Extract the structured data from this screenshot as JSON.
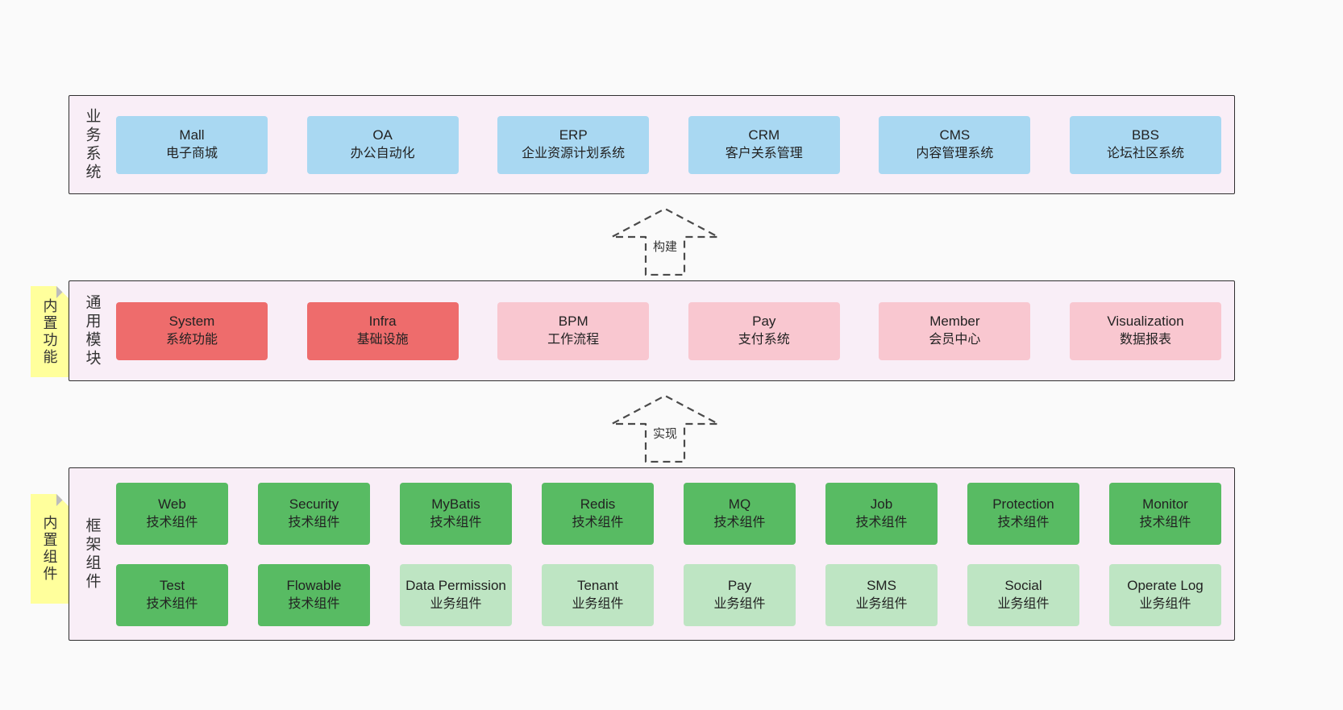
{
  "diagram": {
    "arrows": [
      {
        "label": "构建"
      },
      {
        "label": "实现"
      }
    ],
    "bands": [
      {
        "label": "业务系统",
        "sticky": null,
        "rows": [
          [
            {
              "title": "Mall",
              "subtitle": "电子商城",
              "color": "blue"
            },
            {
              "title": "OA",
              "subtitle": "办公自动化",
              "color": "blue"
            },
            {
              "title": "ERP",
              "subtitle": "企业资源计划系统",
              "color": "blue"
            },
            {
              "title": "CRM",
              "subtitle": "客户关系管理",
              "color": "blue"
            },
            {
              "title": "CMS",
              "subtitle": "内容管理系统",
              "color": "blue"
            },
            {
              "title": "BBS",
              "subtitle": "论坛社区系统",
              "color": "blue"
            }
          ]
        ]
      },
      {
        "label": "通用模块",
        "sticky": "内置功能",
        "rows": [
          [
            {
              "title": "System",
              "subtitle": "系统功能",
              "color": "red"
            },
            {
              "title": "Infra",
              "subtitle": "基础设施",
              "color": "red"
            },
            {
              "title": "BPM",
              "subtitle": "工作流程",
              "color": "pink"
            },
            {
              "title": "Pay",
              "subtitle": "支付系统",
              "color": "pink"
            },
            {
              "title": "Member",
              "subtitle": "会员中心",
              "color": "pink"
            },
            {
              "title": "Visualization",
              "subtitle": "数据报表",
              "color": "pink"
            }
          ]
        ]
      },
      {
        "label": "框架组件",
        "sticky": "内置组件",
        "rows": [
          [
            {
              "title": "Web",
              "subtitle": "技术组件",
              "color": "green"
            },
            {
              "title": "Security",
              "subtitle": "技术组件",
              "color": "green"
            },
            {
              "title": "MyBatis",
              "subtitle": "技术组件",
              "color": "green"
            },
            {
              "title": "Redis",
              "subtitle": "技术组件",
              "color": "green"
            },
            {
              "title": "MQ",
              "subtitle": "技术组件",
              "color": "green"
            },
            {
              "title": "Job",
              "subtitle": "技术组件",
              "color": "green"
            },
            {
              "title": "Protection",
              "subtitle": "技术组件",
              "color": "green"
            },
            {
              "title": "Monitor",
              "subtitle": "技术组件",
              "color": "green"
            }
          ],
          [
            {
              "title": "Test",
              "subtitle": "技术组件",
              "color": "green"
            },
            {
              "title": "Flowable",
              "subtitle": "技术组件",
              "color": "green"
            },
            {
              "title": "Data Permission",
              "subtitle": "业务组件",
              "color": "lightgreen"
            },
            {
              "title": "Tenant",
              "subtitle": "业务组件",
              "color": "lightgreen"
            },
            {
              "title": "Pay",
              "subtitle": "业务组件",
              "color": "lightgreen"
            },
            {
              "title": "SMS",
              "subtitle": "业务组件",
              "color": "lightgreen"
            },
            {
              "title": "Social",
              "subtitle": "业务组件",
              "color": "lightgreen"
            },
            {
              "title": "Operate Log",
              "subtitle": "业务组件",
              "color": "lightgreen"
            }
          ]
        ]
      }
    ],
    "colors": {
      "blue": "#a9d8f2",
      "red": "#ee6c6c",
      "pink": "#f9c7d0",
      "green": "#58bb63",
      "lightgreen": "#bee5c3",
      "band_background": "#f9eef7",
      "sticky_note": "#ffff9c",
      "page_background": "#fafafa"
    }
  }
}
